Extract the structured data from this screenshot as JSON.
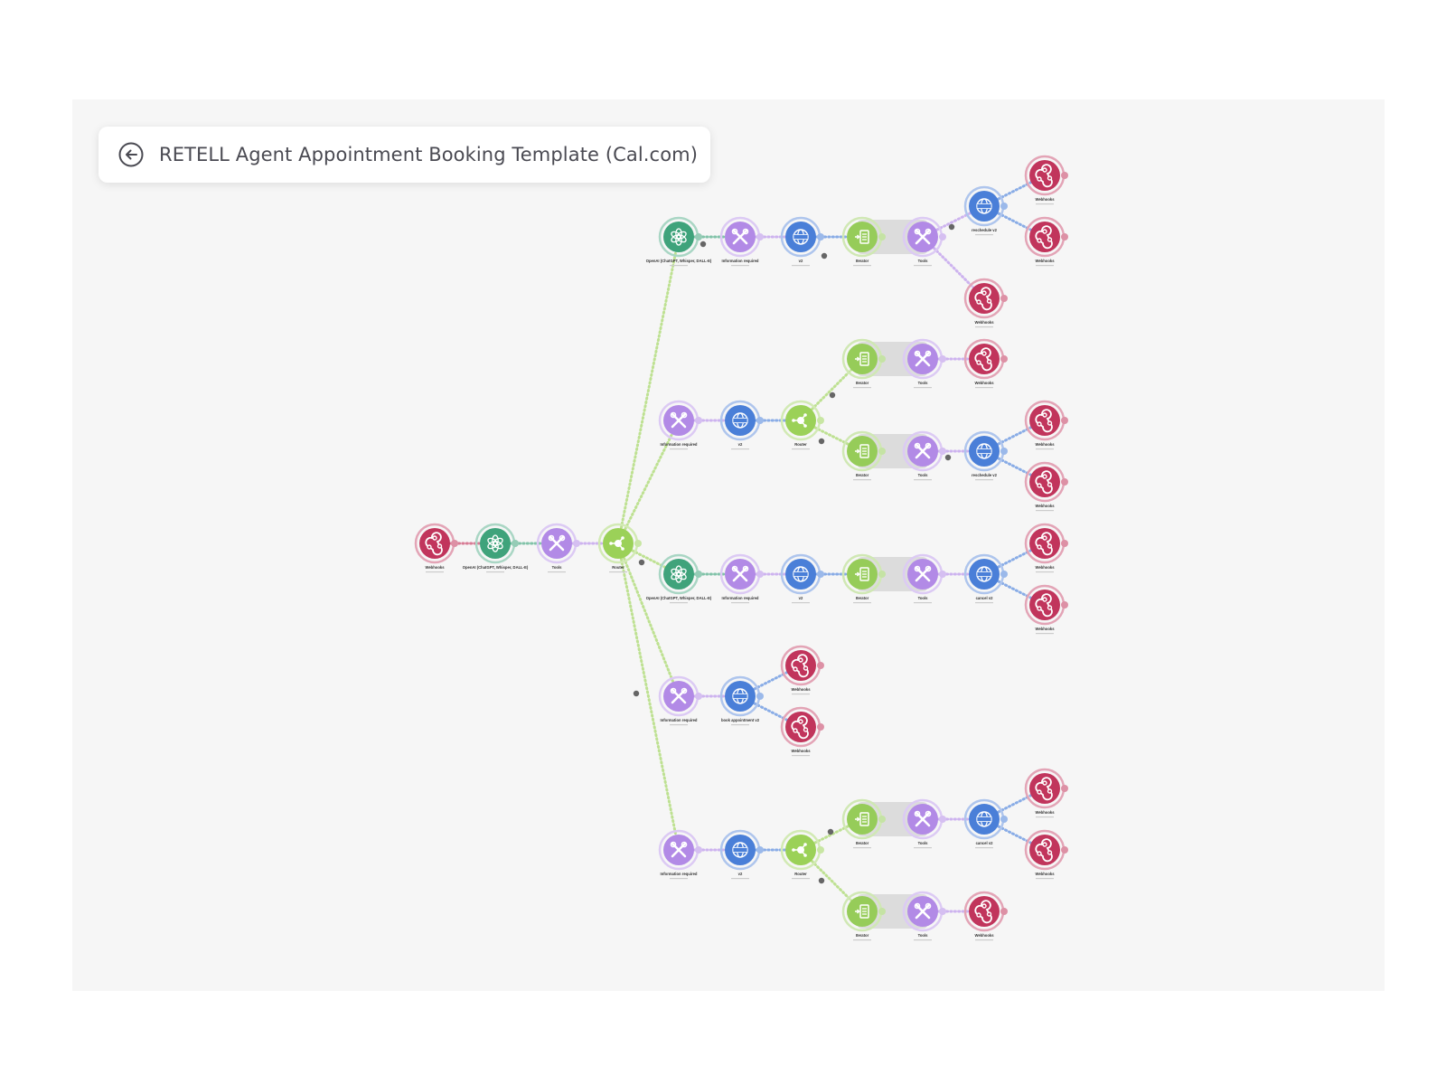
{
  "header": {
    "title": "RETELL Agent Appointment Booking Template (Cal.com)",
    "back_icon": "arrow-left-circle-icon"
  },
  "colors": {
    "webhooks": "#c1355c",
    "openai": "#3fa37b",
    "tools": "#b28ae6",
    "router": "#9bd158",
    "http": "#4a7fd8",
    "iterator": "#96cc59"
  },
  "labels": {
    "webhooks": "Webhooks",
    "openai": "OpenAI (ChatGPT, Whisper, DALL-E)",
    "tools": "Tools",
    "router": "Router",
    "iterator": "Iterator",
    "info_required": "Information required",
    "v2": "v2",
    "reschedule": "reschedule v2",
    "cancel": "cancel v2",
    "book": "book appointment v2"
  },
  "icons": {
    "webhooks": "webhook-icon",
    "openai": "openai-icon",
    "tools": "tools-icon",
    "router": "router-icon",
    "http": "http-globe-icon",
    "iterator": "iterator-icon"
  }
}
